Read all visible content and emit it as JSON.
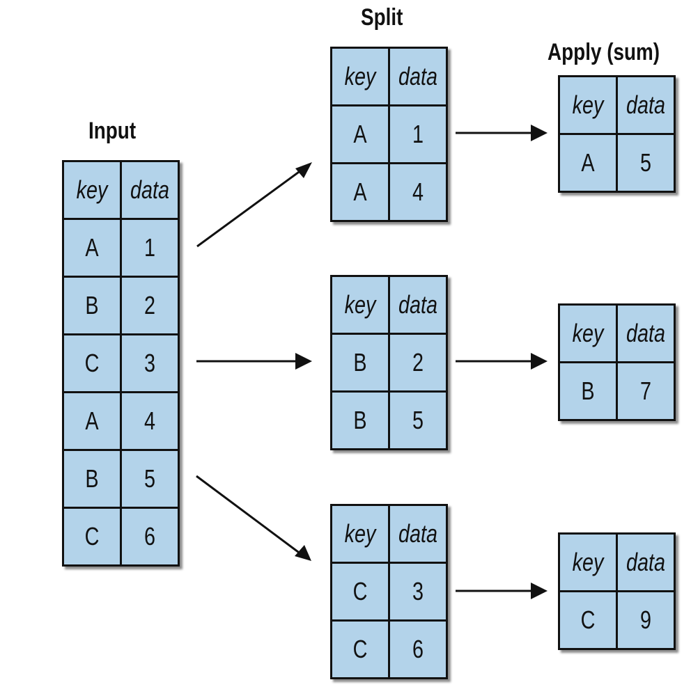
{
  "headings": {
    "input": "Input",
    "split": "Split",
    "apply": "Apply (sum)"
  },
  "columns": {
    "key": "key",
    "data": "data"
  },
  "input_table": {
    "rows": [
      {
        "key": "A",
        "data": "1"
      },
      {
        "key": "B",
        "data": "2"
      },
      {
        "key": "C",
        "data": "3"
      },
      {
        "key": "A",
        "data": "4"
      },
      {
        "key": "B",
        "data": "5"
      },
      {
        "key": "C",
        "data": "6"
      }
    ]
  },
  "split_tables": [
    {
      "rows": [
        {
          "key": "A",
          "data": "1"
        },
        {
          "key": "A",
          "data": "4"
        }
      ]
    },
    {
      "rows": [
        {
          "key": "B",
          "data": "2"
        },
        {
          "key": "B",
          "data": "5"
        }
      ]
    },
    {
      "rows": [
        {
          "key": "C",
          "data": "3"
        },
        {
          "key": "C",
          "data": "6"
        }
      ]
    }
  ],
  "apply_tables": [
    {
      "rows": [
        {
          "key": "A",
          "data": "5"
        }
      ]
    },
    {
      "rows": [
        {
          "key": "B",
          "data": "7"
        }
      ]
    },
    {
      "rows": [
        {
          "key": "C",
          "data": "9"
        }
      ]
    }
  ],
  "colors": {
    "cell_fill": "#b3d3ea",
    "border": "#111111",
    "arrow": "#111111"
  }
}
